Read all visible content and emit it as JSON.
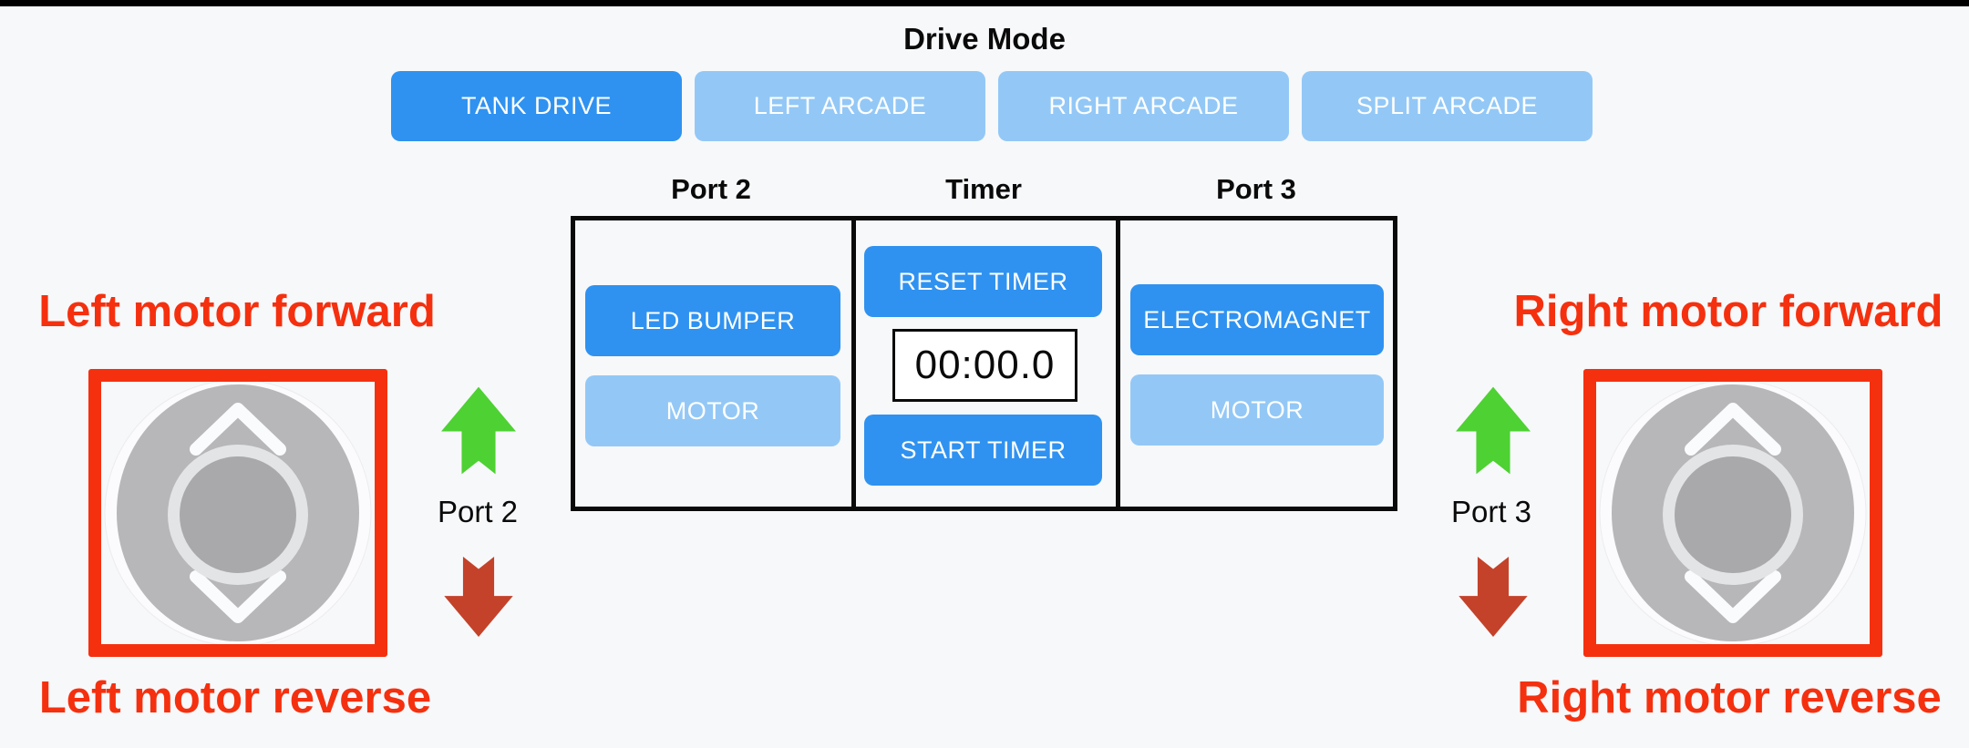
{
  "drive_mode": {
    "title": "Drive Mode",
    "buttons": [
      {
        "label": "TANK DRIVE",
        "selected": true
      },
      {
        "label": "LEFT ARCADE",
        "selected": false
      },
      {
        "label": "RIGHT ARCADE",
        "selected": false
      },
      {
        "label": "SPLIT ARCADE",
        "selected": false
      }
    ]
  },
  "control_panel": {
    "sections": [
      {
        "header": "Port 2",
        "buttons": [
          {
            "label": "LED BUMPER",
            "state": "active"
          },
          {
            "label": "MOTOR",
            "state": "inactive"
          }
        ]
      },
      {
        "header": "Timer",
        "buttons": [
          {
            "label": "RESET TIMER",
            "state": "active"
          },
          {
            "label": "START TIMER",
            "state": "active"
          }
        ],
        "timer_display": "00:00.0"
      },
      {
        "header": "Port 3",
        "buttons": [
          {
            "label": "ELECTROMAGNET",
            "state": "active"
          },
          {
            "label": "MOTOR",
            "state": "inactive"
          }
        ]
      }
    ]
  },
  "left_control": {
    "forward_annotation": "Left motor forward",
    "reverse_annotation": "Left motor reverse",
    "port_label": "Port 2"
  },
  "right_control": {
    "forward_annotation": "Right motor forward",
    "reverse_annotation": "Right motor reverse",
    "port_label": "Port 3"
  },
  "icons": {
    "up_arrow": "block-arrow-up",
    "down_arrow": "block-arrow-down",
    "joystick_chevron_up": "chevron-up",
    "joystick_chevron_down": "chevron-down"
  },
  "colors": {
    "active_blue": "#2f92f0",
    "inactive_blue": "#93c8f6",
    "annotation_red": "#f5300f",
    "up_green": "#4ed133",
    "down_red": "#c4422a",
    "background": "#f7f8fa",
    "top_bar": "#000000"
  }
}
